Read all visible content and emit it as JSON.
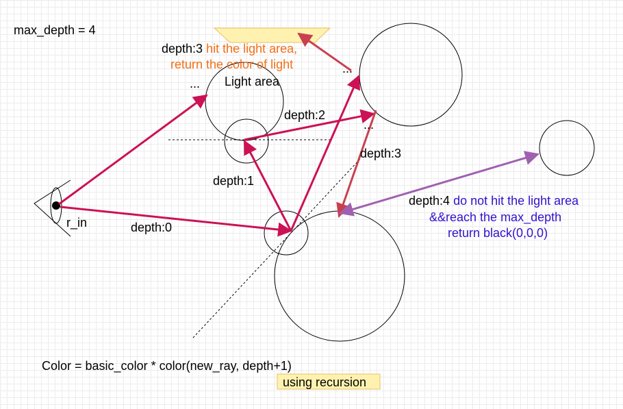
{
  "labels": {
    "max_depth": "max_depth = 4",
    "depth3_prefix": "depth:3 ",
    "depth3_hit": "hit the light area,",
    "depth3_return": "return the color of light",
    "ellipsis": "...",
    "light_area": "Light area",
    "depth2": "depth:2",
    "depth1": "depth:1",
    "depth0": "depth:0",
    "depth3": "depth:3",
    "r_in": "r_in",
    "depth4_prefix": "depth:4 ",
    "depth4_nohit": "do not hit the light area",
    "depth4_reach": "&&reach the max_depth",
    "depth4_return": "return black(0,0,0)",
    "formula": "Color = basic_color * color(new_ray, depth+1)",
    "recursion": "using recursion"
  },
  "colors": {
    "ray": "#cc1155",
    "ray_alt": "#c84050",
    "purple_ray": "#a060b0",
    "orange_text": "#f07018",
    "purple_text": "#3311cc",
    "light_fill": "#fff2b0",
    "light_stroke": "#e8c060"
  }
}
